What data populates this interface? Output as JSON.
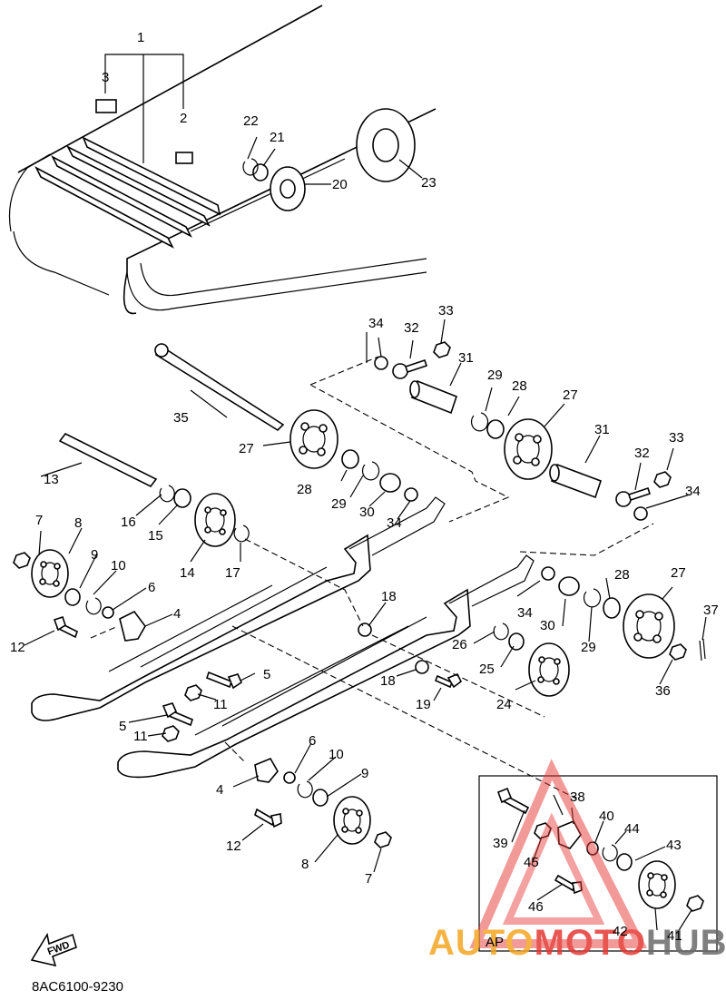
{
  "diagram": {
    "part_labels": {
      "p1": "1",
      "p2": "2",
      "p3": "3",
      "p4a": "4",
      "p4b": "4",
      "p5a": "5",
      "p5b": "5",
      "p6a": "6",
      "p6b": "6",
      "p7a": "7",
      "p7b": "7",
      "p8a": "8",
      "p8b": "8",
      "p9a": "9",
      "p9b": "9",
      "p10a": "10",
      "p10b": "10",
      "p11a": "11",
      "p11b": "11",
      "p12a": "12",
      "p12b": "12",
      "p13": "13",
      "p14": "14",
      "p15": "15",
      "p16": "16",
      "p17": "17",
      "p18a": "18",
      "p18b": "18",
      "p19": "19",
      "p20": "20",
      "p21": "21",
      "p22": "22",
      "p23": "23",
      "p24": "24",
      "p25": "25",
      "p26": "26",
      "p27a": "27",
      "p27b": "27",
      "p27c": "27",
      "p28a": "28",
      "p28b": "28",
      "p28c": "28",
      "p29a": "29",
      "p29b": "29",
      "p29c": "29",
      "p30a": "30",
      "p30b": "30",
      "p31a": "31",
      "p31b": "31",
      "p32a": "32",
      "p32b": "32",
      "p33a": "33",
      "p33b": "33",
      "p34a": "34",
      "p34b": "34",
      "p34c": "34",
      "p34d": "34",
      "p35": "35",
      "p36": "36",
      "p37": "37",
      "p38": "38",
      "p39": "39",
      "p40": "40",
      "p41": "41",
      "p42": "42",
      "p43": "43",
      "p44": "44",
      "p45": "45",
      "p46": "46"
    },
    "inset_label": "AP",
    "fwd_label": "FWD",
    "drawing_code": "8AC6100-9230"
  },
  "watermark": {
    "part1": "AUTO",
    "part2": "MOTO",
    "part3": "HUB",
    "color_orange": "#f5a623",
    "color_red": "#e53935",
    "color_gray": "#6b6b6b"
  }
}
